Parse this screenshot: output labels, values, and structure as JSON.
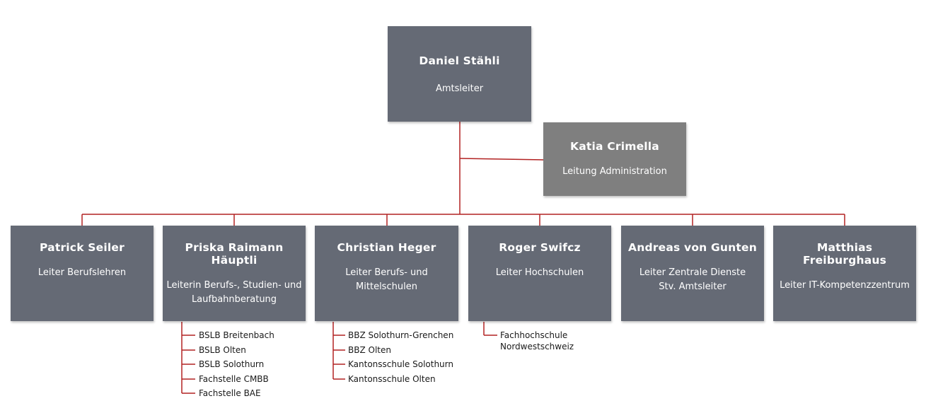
{
  "director": {
    "name": "Daniel Stähli",
    "role": "Amtsleiter"
  },
  "admin": {
    "name": "Katia Crimella",
    "role": "Leitung Administration"
  },
  "departments": [
    {
      "name": "Patrick Seiler",
      "role": "Leiter Berufslehren",
      "units": []
    },
    {
      "name": "Priska Raimann Häuptli",
      "role": "Leiterin Berufs-, Studien- und\nLaufbahnberatung",
      "units": [
        "BSLB Breitenbach",
        "BSLB Olten",
        "BSLB Solothurn",
        "Fachstelle CMBB",
        "Fachstelle BAE"
      ]
    },
    {
      "name": "Christian Heger",
      "role": "Leiter Berufs- und\nMittelschulen",
      "units": [
        "BBZ Solothurn-Grenchen",
        "BBZ Olten",
        "Kantonsschule Solothurn",
        "Kantonsschule Olten"
      ]
    },
    {
      "name": "Roger Swifcz",
      "role": "Leiter Hochschulen",
      "units": [
        "Fachhochschule\nNordwestschweiz"
      ]
    },
    {
      "name": "Andreas von Gunten",
      "role": "Leiter Zentrale Dienste\nStv. Amtsleiter",
      "units": []
    },
    {
      "name": "Matthias Freiburghaus",
      "role": "Leiter IT-Kompetenzzentrum",
      "units": []
    }
  ],
  "colors": {
    "box": "#656a75",
    "admin_box": "#7f7f7f",
    "connector": "#b22222",
    "text": "#ffffff"
  }
}
